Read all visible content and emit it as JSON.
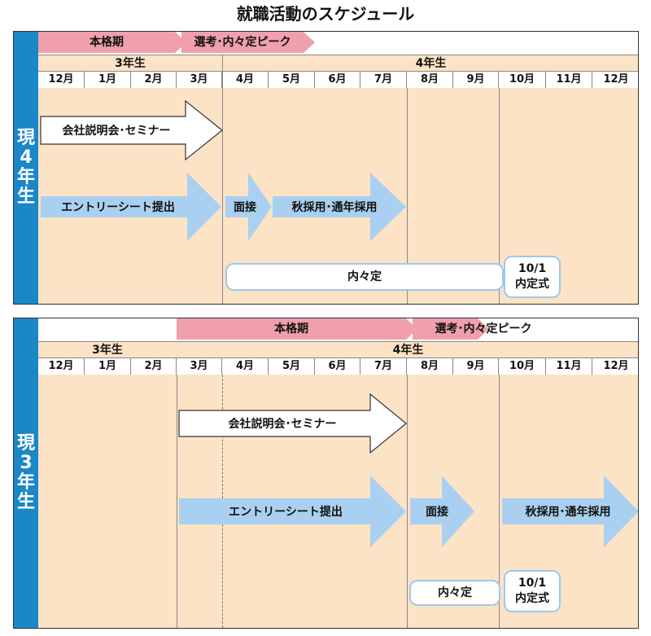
{
  "title": "就職活動のスケジュール",
  "months": [
    "12月",
    "1月",
    "2月",
    "3月",
    "4月",
    "5月",
    "6月",
    "7月",
    "8月",
    "9月",
    "10月",
    "11月",
    "12月"
  ],
  "panel_top": {
    "side_label": "現4年生",
    "phase_main": "本格期",
    "phase_peak": "選考･内々定ピーク",
    "grade_3": "3年生",
    "grade_4": "4年生",
    "seminar": "会社説明会･セミナー",
    "entry": "エントリーシート提出",
    "interview": "面接",
    "autumn": "秋採用･通年採用",
    "naitei": "内々定",
    "ceremony_date": "10/1",
    "ceremony": "内定式"
  },
  "panel_bottom": {
    "side_label": "現3年生",
    "phase_main": "本格期",
    "phase_peak": "選考･内々定ピーク",
    "grade_3": "3年生",
    "grade_4": "4年生",
    "seminar": "会社説明会･セミナー",
    "entry": "エントリーシート提出",
    "interview": "面接",
    "autumn": "秋採用･通年採用",
    "naitei": "内々定",
    "ceremony_date": "10/1",
    "ceremony": "内定式"
  },
  "colors": {
    "side_blue": "#1a87c8",
    "phase_pink": "#f0a0ac",
    "grade_beige": "#fde3c6",
    "arrow_blue": "#a9d0f0",
    "pill_border": "#9cc8ee"
  }
}
